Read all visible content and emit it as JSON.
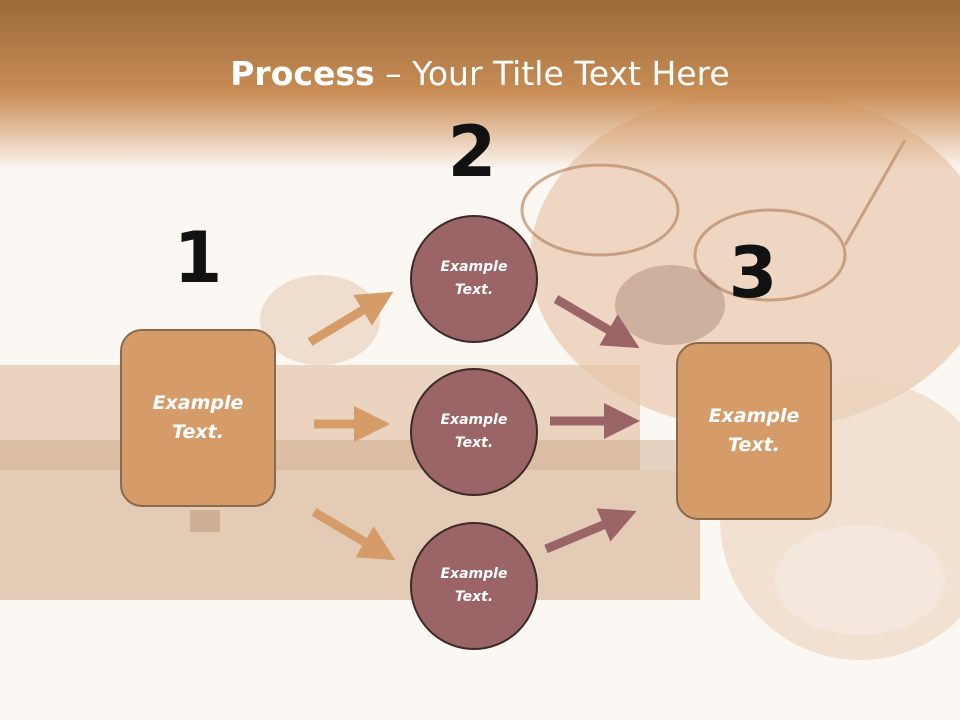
{
  "slide": {
    "title_bold": "Process",
    "title_rest": " – Your Title Text Here",
    "step_numbers": [
      "1",
      "2",
      "3"
    ],
    "box_left_text": "Example Text.",
    "circles": [
      "Example Text.",
      "Example Text.",
      "Example Text."
    ],
    "box_right_text": "Example Text.",
    "colors": {
      "title_band": "#c98d56",
      "box_fill": "#d59c69",
      "circle_fill": "#9b6467",
      "arrow_in": "#d59c69",
      "arrow_out": "#9b6467"
    }
  }
}
